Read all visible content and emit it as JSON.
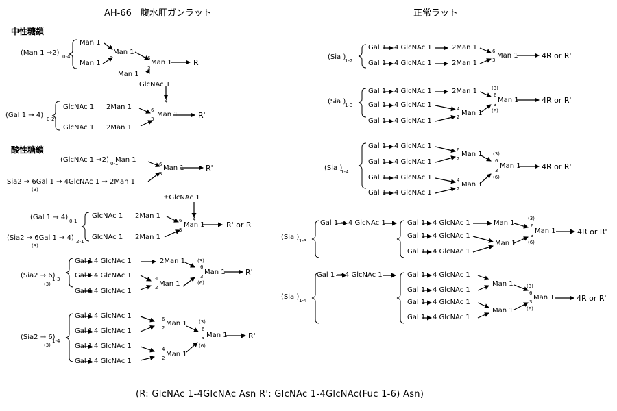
{
  "titles": {
    "left": "AH-66　腹水肝ガンラット",
    "right": "正常ラット"
  },
  "sections": {
    "neutral": "中性糖鎖",
    "acidic": "酸性糖鎖"
  },
  "terms": {
    "man1": "Man 1",
    "two_man1": "2Man 1",
    "glcnac1": "GlcNAc 1",
    "glcnac1_4": "4 GlcNAc  1",
    "gal1": "Gal 1",
    "six": "6",
    "three": "3",
    "four": "4",
    "two": "2",
    "p3": "(3)",
    "p6": "(6)",
    "R": "R",
    "Rp": "R'",
    "RorRp": "R' or  R",
    "fourRorRp": "4R  or  R'"
  },
  "prefix": {
    "man_2_04": "(Man 1  →2)",
    "sub_04": "0-4",
    "gal_4_02": "(Gal 1  → 4)",
    "sub_02": "0-2",
    "glcnac_2_01": "(GlcNAc 1  →2)",
    "sub_01": "0-1",
    "man1_tail": " Man 1",
    "sia_chain": "Sia2 → 6Gal  1   →  4GlcNAc  1 → 2Man 1",
    "gal_4_01": "(Gal 1  → 4)",
    "sia_gal_4": "(Sia2 → 6Gal 1  →  4)",
    "sub_21": "2-1",
    "sia_613": "(Sia2  → 6)",
    "sub_13": "1-3",
    "sia_614": "(Sia2  → 6)",
    "sub_14": "1-4",
    "glcnac_pm": "±GlcNAc  1",
    "sia": "(Sia )",
    "sub_12": "1-2",
    "gal_glcnac": "Gal 1 → 4 GlcNAc  1",
    "gal_glcnac_b": "Gal 1 → 4 GlcNAc 1"
  },
  "footnote": "(R:   GlcNAc 1-4GlcNAc Asn       R': GlcNAc 1-4GlcNAc(Fuc 1-6) Asn)"
}
